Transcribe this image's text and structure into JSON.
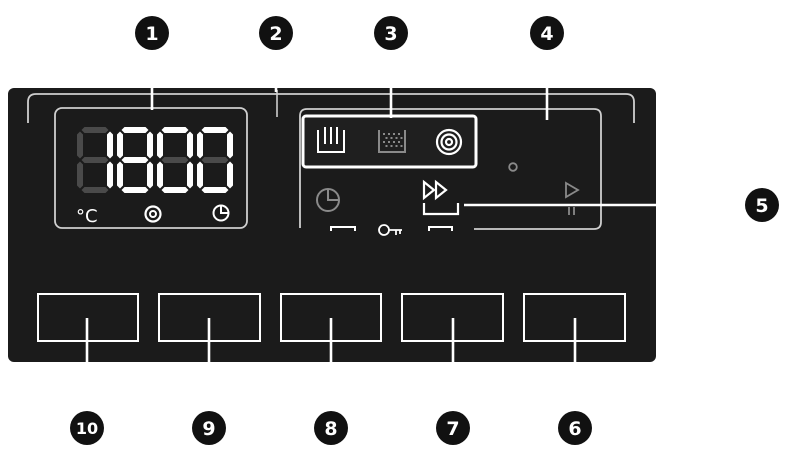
{
  "display": {
    "digits": [
      "1",
      "8",
      "0",
      "0"
    ],
    "temperature_unit": "°C"
  },
  "callouts": [
    "1",
    "2",
    "3",
    "4",
    "5",
    "6",
    "7",
    "8",
    "9",
    "10"
  ],
  "colors": {
    "panel": "#1b1b1b",
    "outline": "#cfcfcf",
    "inactive_segment": "#4a4a4a",
    "lit_icon": "#ffffff",
    "dim_icon": "#8a8a8a",
    "badge": "#111111"
  },
  "icons": {
    "display": [
      "temperature-indicator",
      "spin-icon",
      "time-icon"
    ],
    "options": [
      "prewash-icon",
      "rinse-icon",
      "spin-option-icon"
    ],
    "controls": [
      "start-pause-icon",
      "key-lock-icon",
      "delay-timer-icon",
      "quick-wash-icon",
      "status-dot"
    ]
  }
}
